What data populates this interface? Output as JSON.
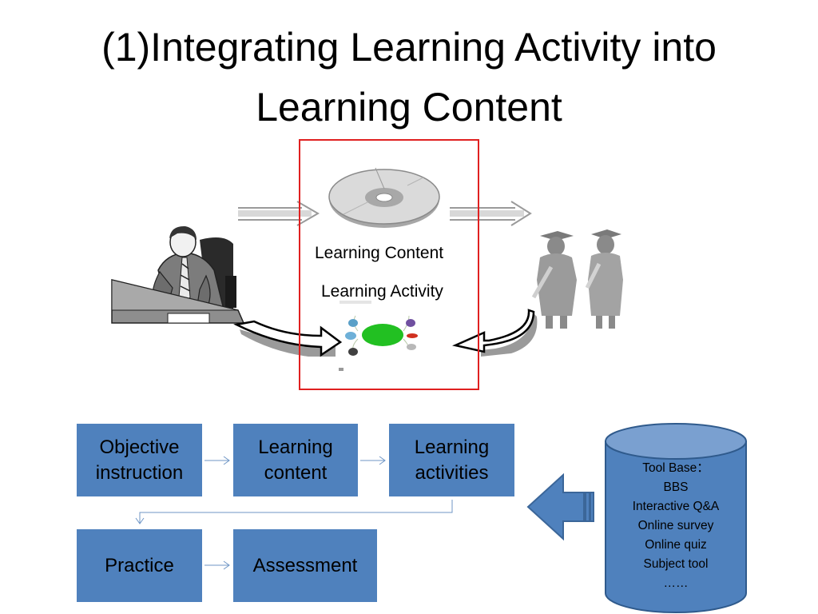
{
  "title": {
    "line1": "(1)Integrating Learning Activity into",
    "line2": "Learning Content"
  },
  "panel": {
    "content_label": "Learning Content",
    "activity_label": "Learning Activity"
  },
  "flow": {
    "objective": "Objective instruction",
    "content": "Learning content",
    "activities": "Learning activities",
    "practice": "Practice",
    "assessment": "Assessment"
  },
  "toolbase": {
    "items": [
      "Tool Base：",
      "BBS",
      "Interactive Q&A",
      "Online survey",
      "Online quiz",
      "Subject tool",
      "……"
    ]
  },
  "colors": {
    "box_fill": "#4f81bd",
    "panel_border": "#e02020",
    "connector": "#6f96c6"
  }
}
